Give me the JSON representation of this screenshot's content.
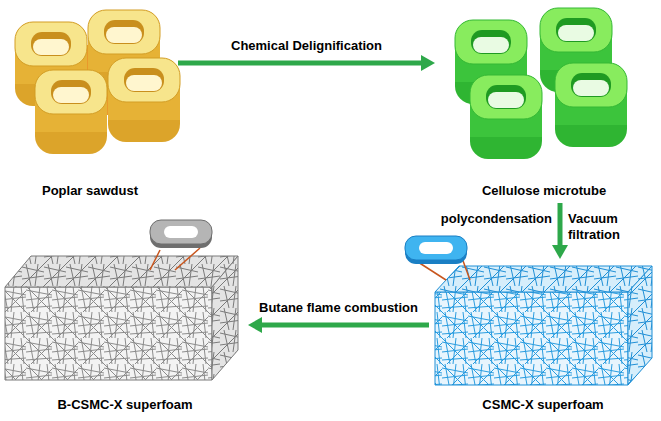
{
  "diagram": {
    "nodes": [
      {
        "text": [
          "Poplar sawdust"
        ]
      },
      {
        "text": [
          "Cellulose microtube"
        ]
      },
      {
        "text": [
          "CSMC-X superfoam"
        ]
      },
      {
        "text": [
          "B-CSMC-X superfoam"
        ]
      }
    ],
    "edges": [
      {
        "from": 0,
        "to": 1,
        "arrow": "to",
        "label": "Chemical Delignification"
      },
      {
        "from": 1,
        "to": 2,
        "arrow": "to",
        "label": "Vacuum filtration"
      },
      {
        "from": 2,
        "to": 3,
        "arrow": "to",
        "label": "Butane flame combustion"
      }
    ],
    "labels": [
      "polycondensation"
    ]
  }
}
